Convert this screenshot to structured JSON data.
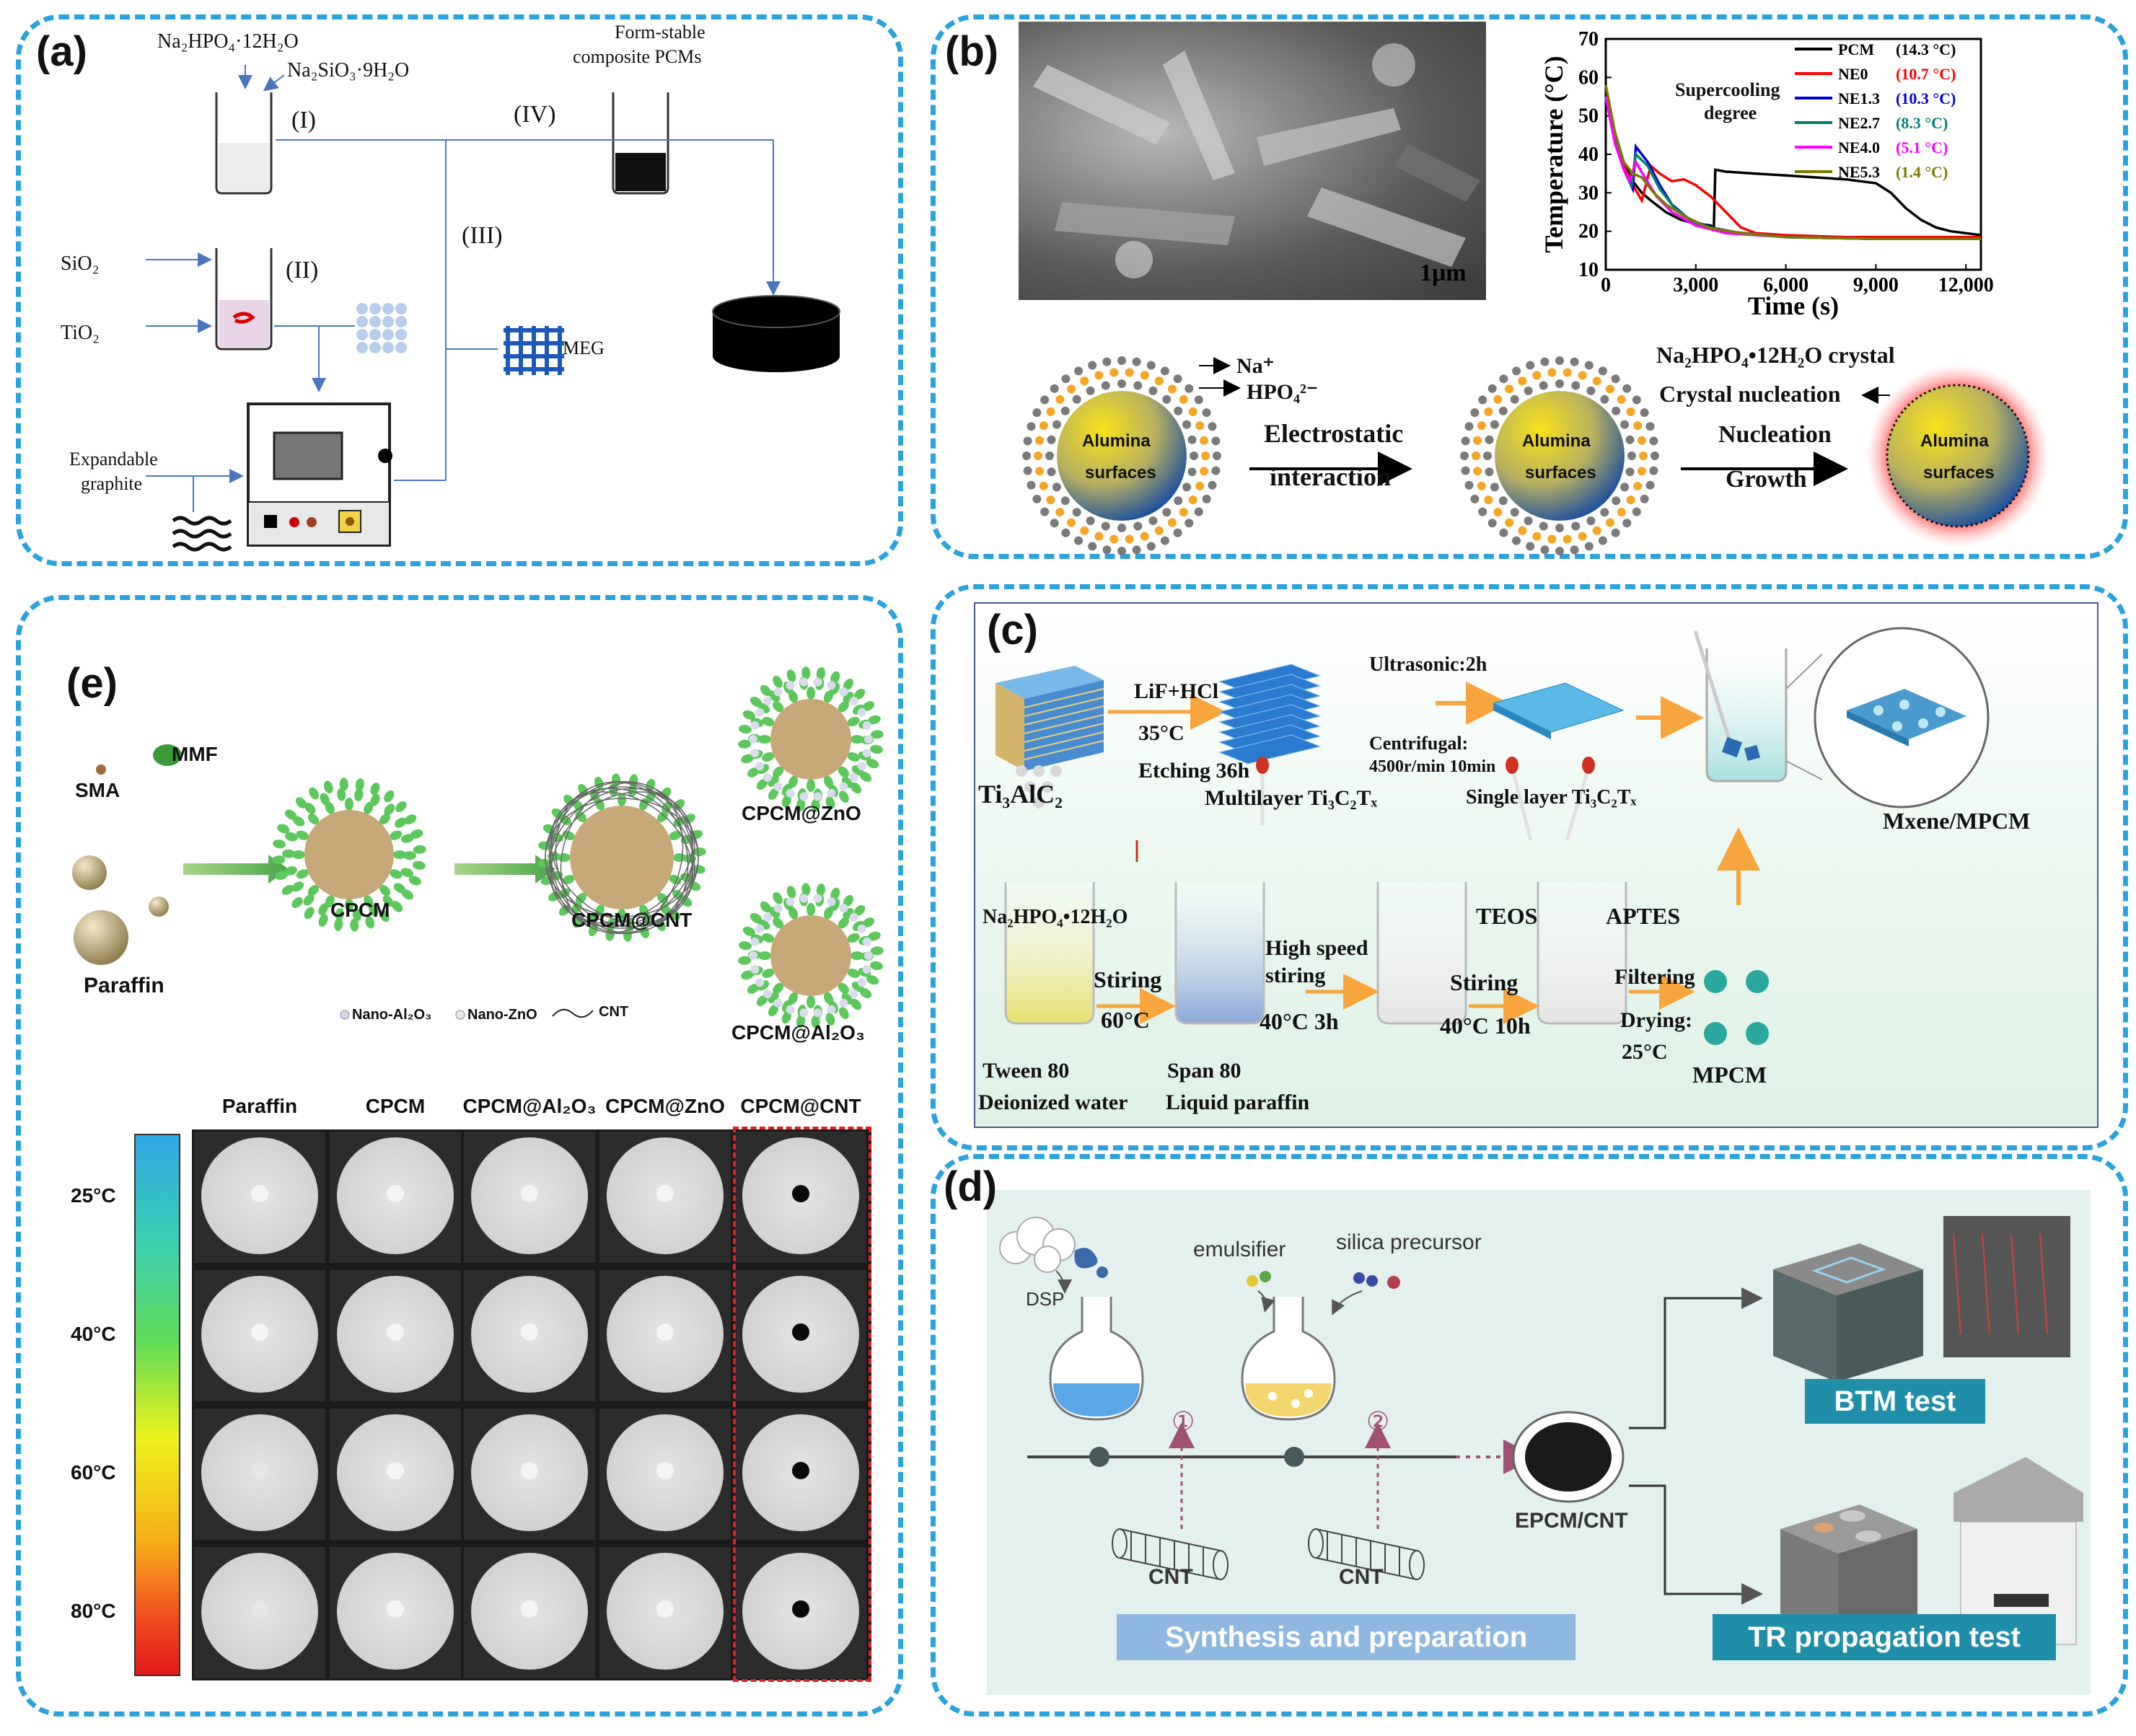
{
  "panels": {
    "a": {
      "label": "(a)",
      "na2hpo4": "Na₂HPO₄·12H₂O",
      "na2sio3": "Na₂SiO₃·9H₂O",
      "form_stable_1": "Form-stable",
      "form_stable_2": "composite PCMs",
      "step1": "(I)",
      "step2": "(II)",
      "step3": "(III)",
      "step4": "(IV)",
      "sio2": "SiO₂",
      "tio2": "TiO₂",
      "meg": "MEG",
      "expandable_1": "Expandable",
      "expandable_2": "graphite"
    },
    "b": {
      "label": "(b)",
      "scale_bar": "1μm",
      "chart_annotation_1": "Supercooling",
      "chart_annotation_2": "degree",
      "na_ion": "Na⁺",
      "hpo4_ion": "HPO₄²⁻",
      "alumina_1": "Alumina",
      "alumina_2": "surfaces",
      "electrostatic_1": "Electrostatic",
      "electrostatic_2": "interaction",
      "crystal": "Na₂HPO₄•12H₂O crystal",
      "crystal_nucleation": "Crystal nucleation",
      "nucleation": "Nucleation",
      "growth": "Growth"
    },
    "c": {
      "label": "(c)",
      "ti3alc2": "Ti₃AlC₂",
      "lif_hcl": "LiF+HCl",
      "temp35": "35°C",
      "etching": "Etching 36h",
      "multilayer": "Multilayer Ti₃C₂Tₓ",
      "ultrasonic": "Ultrasonic:2h",
      "centrifugal_1": "Centrifugal:",
      "centrifugal_2": "4500r/min 10min",
      "single_layer": "Single layer Ti₃C₂Tₓ",
      "mxene": "Mxene/MPCM",
      "na2hpo4": "Na₂HPO₄•12H₂O",
      "stiring": "Stiring",
      "temp60": "60°C",
      "tween": "Tween 80",
      "deionized": "Deionized water",
      "high_speed_1": "High speed",
      "high_speed_2": "stiring",
      "temp40_3h": "40°C 3h",
      "span": "Span 80",
      "liquid_paraffin": "Liquid paraffin",
      "stiring2": "Stiring",
      "temp40_10h": "40°C 10h",
      "teos": "TEOS",
      "aptes": "APTES",
      "filtering": "Filtering",
      "drying": "Drying:",
      "temp25": "25°C",
      "mpcm": "MPCM"
    },
    "d": {
      "label": "(d)",
      "dsp": "DSP",
      "emulsifier": "emulsifier",
      "silica": "silica precursor",
      "step1": "①",
      "step2": "②",
      "cnt1": "CNT",
      "cnt2": "CNT",
      "epcm": "EPCM/CNT",
      "synthesis": "Synthesis and preparation",
      "btm": "BTM test",
      "tr": "TR propagation test"
    },
    "e": {
      "label": "(e)",
      "mmf": "MMF",
      "sma": "SMA",
      "paraffin": "Paraffin",
      "cpcm": "CPCM",
      "cpcm_cnt": "CPCM@CNT",
      "cpcm_zno": "CPCM@ZnO",
      "cpcm_al2o3": "CPCM@Al₂O₃",
      "legend_al2o3": "Nano-Al₂O₃",
      "legend_zno": "Nano-ZnO",
      "legend_cnt": "CNT",
      "columns": [
        "Paraffin",
        "CPCM",
        "CPCM@Al₂O₃",
        "CPCM@ZnO",
        "CPCM@CNT"
      ],
      "temps": [
        "25°C",
        "40°C",
        "60°C",
        "80°C"
      ]
    }
  },
  "chart_data": {
    "type": "line",
    "title": "",
    "xlabel": "Time (s)",
    "ylabel": "Temperature (°C)",
    "xlim": [
      0,
      12500
    ],
    "ylim": [
      10,
      70
    ],
    "xticks": [
      0,
      3000,
      6000,
      9000,
      12000
    ],
    "xtick_labels": [
      "0",
      "3,000",
      "6,000",
      "9,000",
      "12,000"
    ],
    "yticks": [
      10,
      20,
      30,
      40,
      50,
      60,
      70
    ],
    "legend_position": "top-right",
    "series": [
      {
        "name": "PCM",
        "label": "(14.3 °C)",
        "color": "#000000",
        "x": [
          0,
          300,
          600,
          900,
          1200,
          1500,
          2000,
          2500,
          3000,
          3500,
          3600,
          3650,
          4000,
          5000,
          6000,
          7000,
          8000,
          9000,
          9500,
          10000,
          10500,
          11000,
          11500,
          12000,
          12500
        ],
        "y": [
          55,
          45,
          38,
          33,
          30,
          28,
          25,
          23,
          22,
          21.5,
          21,
          36,
          35.5,
          35,
          34.5,
          34,
          33.5,
          32.5,
          30,
          26,
          23,
          21,
          20,
          19.5,
          19
        ]
      },
      {
        "name": "NE0",
        "label": "(10.7 °C)",
        "color": "#ff0000",
        "x": [
          0,
          300,
          600,
          900,
          1200,
          1500,
          1800,
          2200,
          2600,
          3000,
          3500,
          4000,
          4500,
          5000,
          6000,
          8000,
          10000,
          12500
        ],
        "y": [
          55,
          45,
          37,
          32,
          28,
          37,
          35,
          33,
          33.5,
          32,
          29,
          25,
          21,
          19.5,
          19,
          18.5,
          18.5,
          18.5
        ]
      },
      {
        "name": "NE1.3",
        "label": "(10.3 °C)",
        "color": "#0000dd",
        "x": [
          0,
          300,
          600,
          900,
          1000,
          1400,
          1800,
          2200,
          2800,
          3500,
          4500,
          6000,
          9000,
          12500
        ],
        "y": [
          55,
          44,
          36,
          31,
          42,
          38,
          32,
          27,
          23,
          21,
          19.5,
          18.5,
          18,
          18
        ]
      },
      {
        "name": "NE2.7",
        "label": "(8.3 °C)",
        "color": "#00806e",
        "x": [
          0,
          300,
          600,
          850,
          1000,
          1400,
          1800,
          2300,
          3000,
          4000,
          6000,
          9000,
          12500
        ],
        "y": [
          55,
          44,
          36,
          32,
          40,
          37,
          31,
          26,
          22,
          20,
          18.5,
          18,
          18
        ]
      },
      {
        "name": "NE4.0",
        "label": "(5.1 °C)",
        "color": "#ff00ff",
        "x": [
          0,
          300,
          600,
          800,
          1000,
          1300,
          1700,
          2200,
          3000,
          4000,
          6000,
          9000,
          12500
        ],
        "y": [
          55,
          43,
          36,
          33,
          38,
          34,
          29,
          25,
          21.5,
          19.5,
          18.5,
          18,
          18
        ]
      },
      {
        "name": "NE5.3",
        "label": "(1.4 °C)",
        "color": "#7a7a00",
        "x": [
          0,
          300,
          600,
          900,
          1200,
          1600,
          2000,
          2600,
          3400,
          4500,
          6000,
          9000,
          12500
        ],
        "y": [
          58,
          46,
          38,
          35,
          34,
          30,
          27,
          24,
          21,
          19.5,
          18.5,
          18,
          18
        ]
      }
    ]
  },
  "colors": {
    "panel_border": "#2aa3dc",
    "arrow_orange": "#f7a53c",
    "arrow_green": "#6bbf4e",
    "highlight_red": "#e02020"
  }
}
